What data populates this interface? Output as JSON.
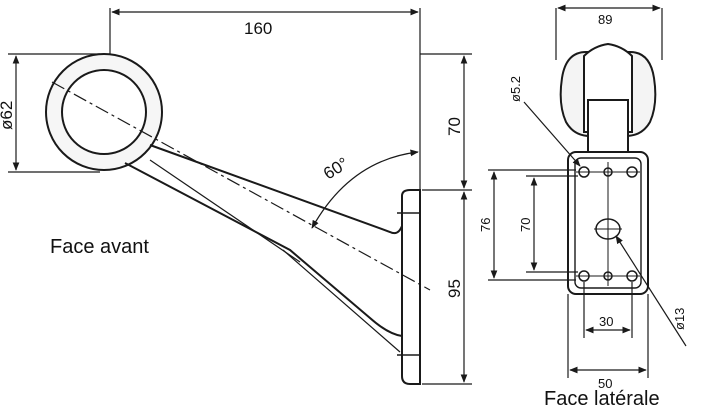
{
  "front_view": {
    "caption": "Face avant",
    "dim_width": "160",
    "dim_diameter": "ø62",
    "dim_height_upper": "70",
    "dim_height_lower": "95",
    "dim_angle": "60°"
  },
  "side_view": {
    "caption": "Face latérale",
    "dim_top_width": "89",
    "dim_hole_small": "ø5.2",
    "dim_height_outer": "76",
    "dim_height_inner": "70",
    "dim_hole_center": "ø13",
    "dim_inner_width": "30",
    "dim_bottom_width": "50"
  },
  "colors": {
    "line": "#1a1a1a",
    "fill_light": "#f2f2f2"
  }
}
